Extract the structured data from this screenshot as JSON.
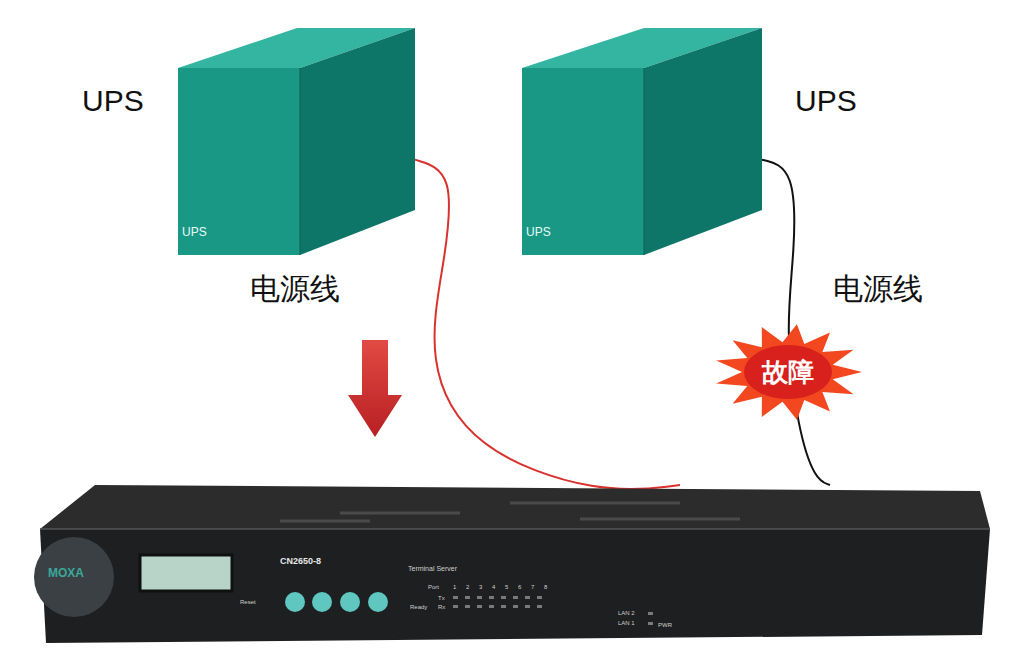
{
  "diagram": {
    "nodes": [
      {
        "text": [
          "UPS",
          "UPS"
        ]
      },
      {
        "text": [
          "UPS",
          "UPS"
        ]
      },
      {
        "text": [
          "MOXA",
          "CN2650-8",
          "Terminal Server",
          "Reset",
          "Port",
          "1 2 3 4 5 6 7 8",
          "Tx",
          "Rx",
          "Ready",
          "LAN 2",
          "LAN 1",
          "PWR"
        ]
      }
    ],
    "edges": [
      {
        "from": 0,
        "to": 2,
        "arrow": "none"
      },
      {
        "from": 1,
        "to": 2,
        "label": "故障",
        "arrow": "none"
      }
    ],
    "labels": [
      "电源线",
      "电源线"
    ]
  }
}
